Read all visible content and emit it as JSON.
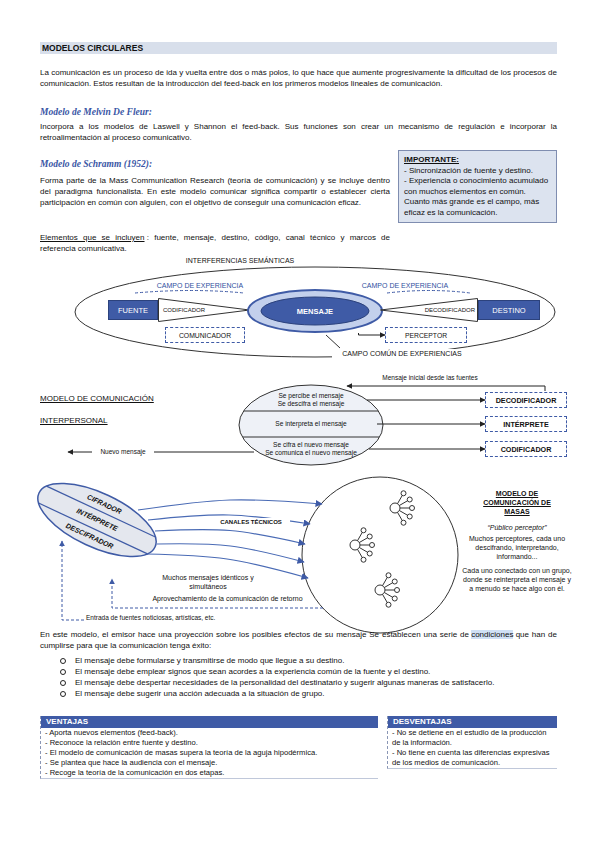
{
  "diagram": {
    "title": "MODELOS CIRCULARES",
    "nodes": [
      {
        "text": [
          "IMPORTANTE:",
          "- Sincronización de fuente y destino.",
          "- Experiencia o conocimiento acumulado con muchos elementos en común. Cuanto más grande es el campo, más eficaz es la comunicación."
        ]
      },
      {
        "text": [
          "FUENTE"
        ]
      },
      {
        "text": [
          "CODIFICADOR"
        ]
      },
      {
        "text": [
          "MENSAJE"
        ]
      },
      {
        "text": [
          "DECODIFICADOR"
        ]
      },
      {
        "text": [
          "DESTINO"
        ]
      },
      {
        "text": [
          "COMUNICADOR"
        ]
      },
      {
        "text": [
          "PERCEPTOR"
        ]
      },
      {
        "text": [
          "Se percibe el mensaje",
          "Se descifra el mensaje"
        ]
      },
      {
        "text": [
          "Se interpreta el mensaje"
        ]
      },
      {
        "text": [
          "Se cifra el nuevo mensaje",
          "Se comunica el nuevo mensaje"
        ]
      },
      {
        "text": [
          "DECODIFICADOR"
        ]
      },
      {
        "text": [
          "INTÉRPRETE"
        ]
      },
      {
        "text": [
          "CODIFICADOR"
        ]
      },
      {
        "text": [
          "CIFRADOR",
          "INTÉRPRETE",
          "DESCIFRADOR"
        ]
      },
      {
        "text": [
          "VENTAJAS",
          "- Aporta nuevos elementos (feed-back).",
          "- Reconoce la relación entre fuente y destino.",
          "- El modelo de comunicación de masas supera la teoría de la aguja hipodérmica.",
          "- Se plantea que hace la audiencia con el mensaje.",
          "- Recoge la teoría de la comunicación en dos etapas."
        ]
      },
      {
        "text": [
          "DESVENTAJAS",
          "- No se detiene en el estudio de la producción de la información.",
          "- No tiene en cuenta las diferencias expresivas de los medios de comunicación."
        ]
      }
    ],
    "edges": [
      {
        "from": 3,
        "to": 7,
        "arrow": "to"
      },
      {
        "from": 8,
        "to": 11,
        "arrow": "to"
      },
      {
        "from": 9,
        "to": 12,
        "arrow": "to"
      },
      {
        "from": 10,
        "to": 13,
        "arrow": "to"
      }
    ],
    "labels": [
      "La comunicación es un proceso de ida y vuelta entre dos o más polos, lo que hace que aumente progresivamente la dificultad de los procesos de comunicación. Estos resultan de la introducción del feed-back en los primeros modelos lineales de comunicación.",
      "Modelo de Melvin De Fleur:",
      "Incorpora a los modelos de Laswell y Shannon el feed-back. Sus funciones son crear un mecanismo de regulación e incorporar la retroalimentación al proceso comunicativo.",
      "Modelo de Schramm (1952):",
      "Forma parte de la Mass Communication Research (teoría de comunicación) y se incluye dentro del paradigma funcionalista. En este modelo comunicar significa compartir o establecer cierta participación en común con alguien, con el objetivo de conseguir una comunicación eficaz.",
      "Elementos que se incluyen",
      ": fuente, mensaje, destino, código, canal técnico y marcos de referencia comunicativa.",
      "INTERFERENCIAS SEMÁNTICAS",
      "CAMPO DE EXPERIENCIA",
      "CAMPO DE EXPERIENCIA",
      "CAMPO COMÚN DE EXPERIENCIAS",
      "Mensaje inicial desde las fuentes",
      "MODELO DE COMUNICACIÓN INTERPERSONAL",
      "Nuevo mensaje",
      "CANALES TÉCNICOS",
      "Muchos mensajes idénticos y simultáneos",
      "Aprovechamiento de la comunicación de retorno",
      "Entrada de fuentes noticiosas, artísticas, etc.",
      "MODELO DE COMUNICACIÓN DE MASAS",
      "“Público perceptor”",
      "Muchos perceptores, cada uno descifrando, interpretando, informando...",
      "Cada uno conectado con un grupo, donde se reinterpreta el mensaje y a menudo se hace algo con él.",
      "En este modelo, el emisor hace una proyección sobre los posibles efectos de su mensaje Se establecen una serie de",
      "condiciones",
      "que han de cumplirse para que la comunicación tenga éxito:",
      "El mensaje debe formularse y transmitirse de modo que llegue a su destino.",
      "El mensaje debe emplear signos que sean acordes a la experiencia común de la fuente y el destino.",
      "El mensaje debe despertar necesidades de la personalidad del destinatario y sugerir algunas maneras de satisfacerlo.",
      "El mensaje debe sugerir una acción adecuada a la situación de grupo."
    ]
  }
}
